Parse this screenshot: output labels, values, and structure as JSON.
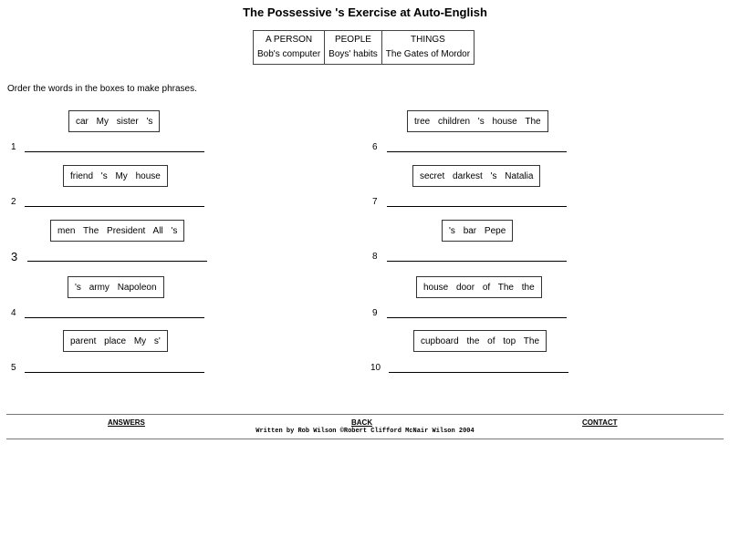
{
  "title": "The Possessive 's Exercise at Auto-English",
  "table": {
    "headers": [
      "A PERSON",
      "PEOPLE",
      "THINGS"
    ],
    "examples": [
      "Bob's computer",
      "Boys' habits",
      "The Gates of Mordor"
    ]
  },
  "instructions": "Order the words in the boxes to make phrases.",
  "exercises": [
    {
      "number": "1",
      "words": "car My sister 's"
    },
    {
      "number": "2",
      "words": "friend 's My house"
    },
    {
      "number": "3",
      "words": "men The President All 's"
    },
    {
      "number": "4",
      "words": "'s army Napoleon"
    },
    {
      "number": "5",
      "words": "parent place My s'"
    },
    {
      "number": "6",
      "words": "tree children 's house The"
    },
    {
      "number": "7",
      "words": "secret darkest 's Natalia"
    },
    {
      "number": "8",
      "words": "'s bar Pepe"
    },
    {
      "number": "9",
      "words": "house door of The the"
    },
    {
      "number": "10",
      "words": "cupboard the of top The"
    }
  ],
  "footer": {
    "answers": "ANSWERS",
    "back": "BACK",
    "contact": "CONTACT",
    "credit": "Written by Rob Wilson ©Robert Clifford McNair Wilson 2004"
  }
}
